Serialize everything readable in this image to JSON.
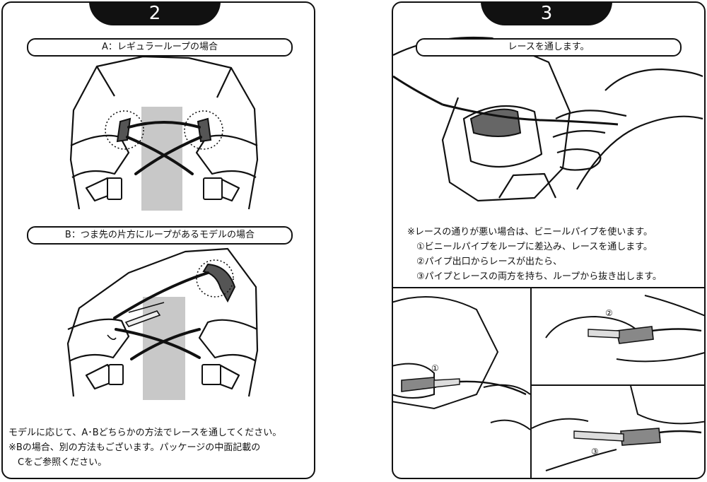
{
  "step2": {
    "number": "2",
    "caption_a": "A：レギュラーループの場合",
    "caption_b": "B：つま先の片方にループがあるモデルの場合",
    "note_lines": [
      "モデルに応じて、A･Bどちらかの方法でレースを通してください。",
      "※Bの場合、別の方法もございます。パッケージの中面記載の",
      "　Cをご参照ください。"
    ]
  },
  "step3": {
    "number": "3",
    "caption": "レースを通します。",
    "note_lines": [
      "※レースの通りが悪い場合は、ビニールパイプを使います。",
      "　①ビニールパイプをループに差込み、レースを通します。",
      "　②パイプ出口からレースが出たら、",
      "　③パイプとレースの両方を持ち、ループから抜き出します。"
    ],
    "sub_labels": [
      "①",
      "②",
      "③"
    ]
  }
}
